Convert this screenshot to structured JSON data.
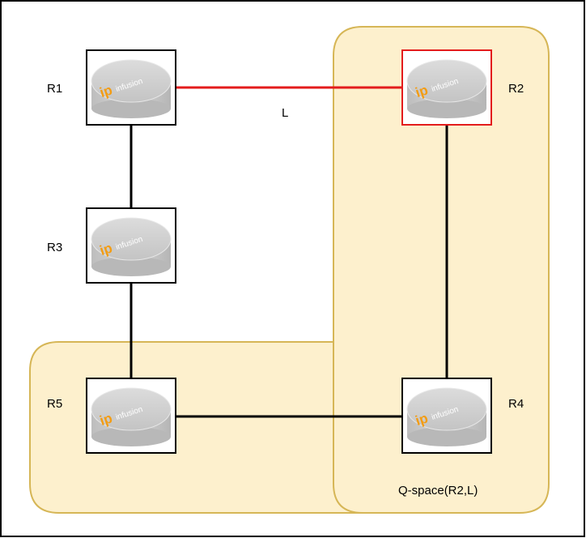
{
  "routers": [
    {
      "id": "r1",
      "label": "R1",
      "brand_ip": "ip",
      "brand_text": "infusion",
      "highlighted": false
    },
    {
      "id": "r2",
      "label": "R2",
      "brand_ip": "ip",
      "brand_text": "infusion",
      "highlighted": true
    },
    {
      "id": "r3",
      "label": "R3",
      "brand_ip": "ip",
      "brand_text": "infusion",
      "highlighted": false
    },
    {
      "id": "r4",
      "label": "R4",
      "brand_ip": "ip",
      "brand_text": "infusion",
      "highlighted": false
    },
    {
      "id": "r5",
      "label": "R5",
      "brand_ip": "ip",
      "brand_text": "infusion",
      "highlighted": false
    }
  ],
  "links": [
    {
      "from": "R1",
      "to": "R2",
      "label": "L",
      "color": "#e31c1c"
    },
    {
      "from": "R1",
      "to": "R3",
      "label": "",
      "color": "#000000"
    },
    {
      "from": "R3",
      "to": "R5",
      "label": "",
      "color": "#000000"
    },
    {
      "from": "R5",
      "to": "R4",
      "label": "",
      "color": "#000000"
    },
    {
      "from": "R2",
      "to": "R4",
      "label": "",
      "color": "#000000"
    }
  ],
  "region": {
    "label": "Q-space(R2,L)",
    "fill": "#fdf0cd",
    "stroke": "#d6b656"
  },
  "colors": {
    "highlight": "#e31c1c",
    "brand": "#f39c12",
    "frame": "#000000"
  }
}
